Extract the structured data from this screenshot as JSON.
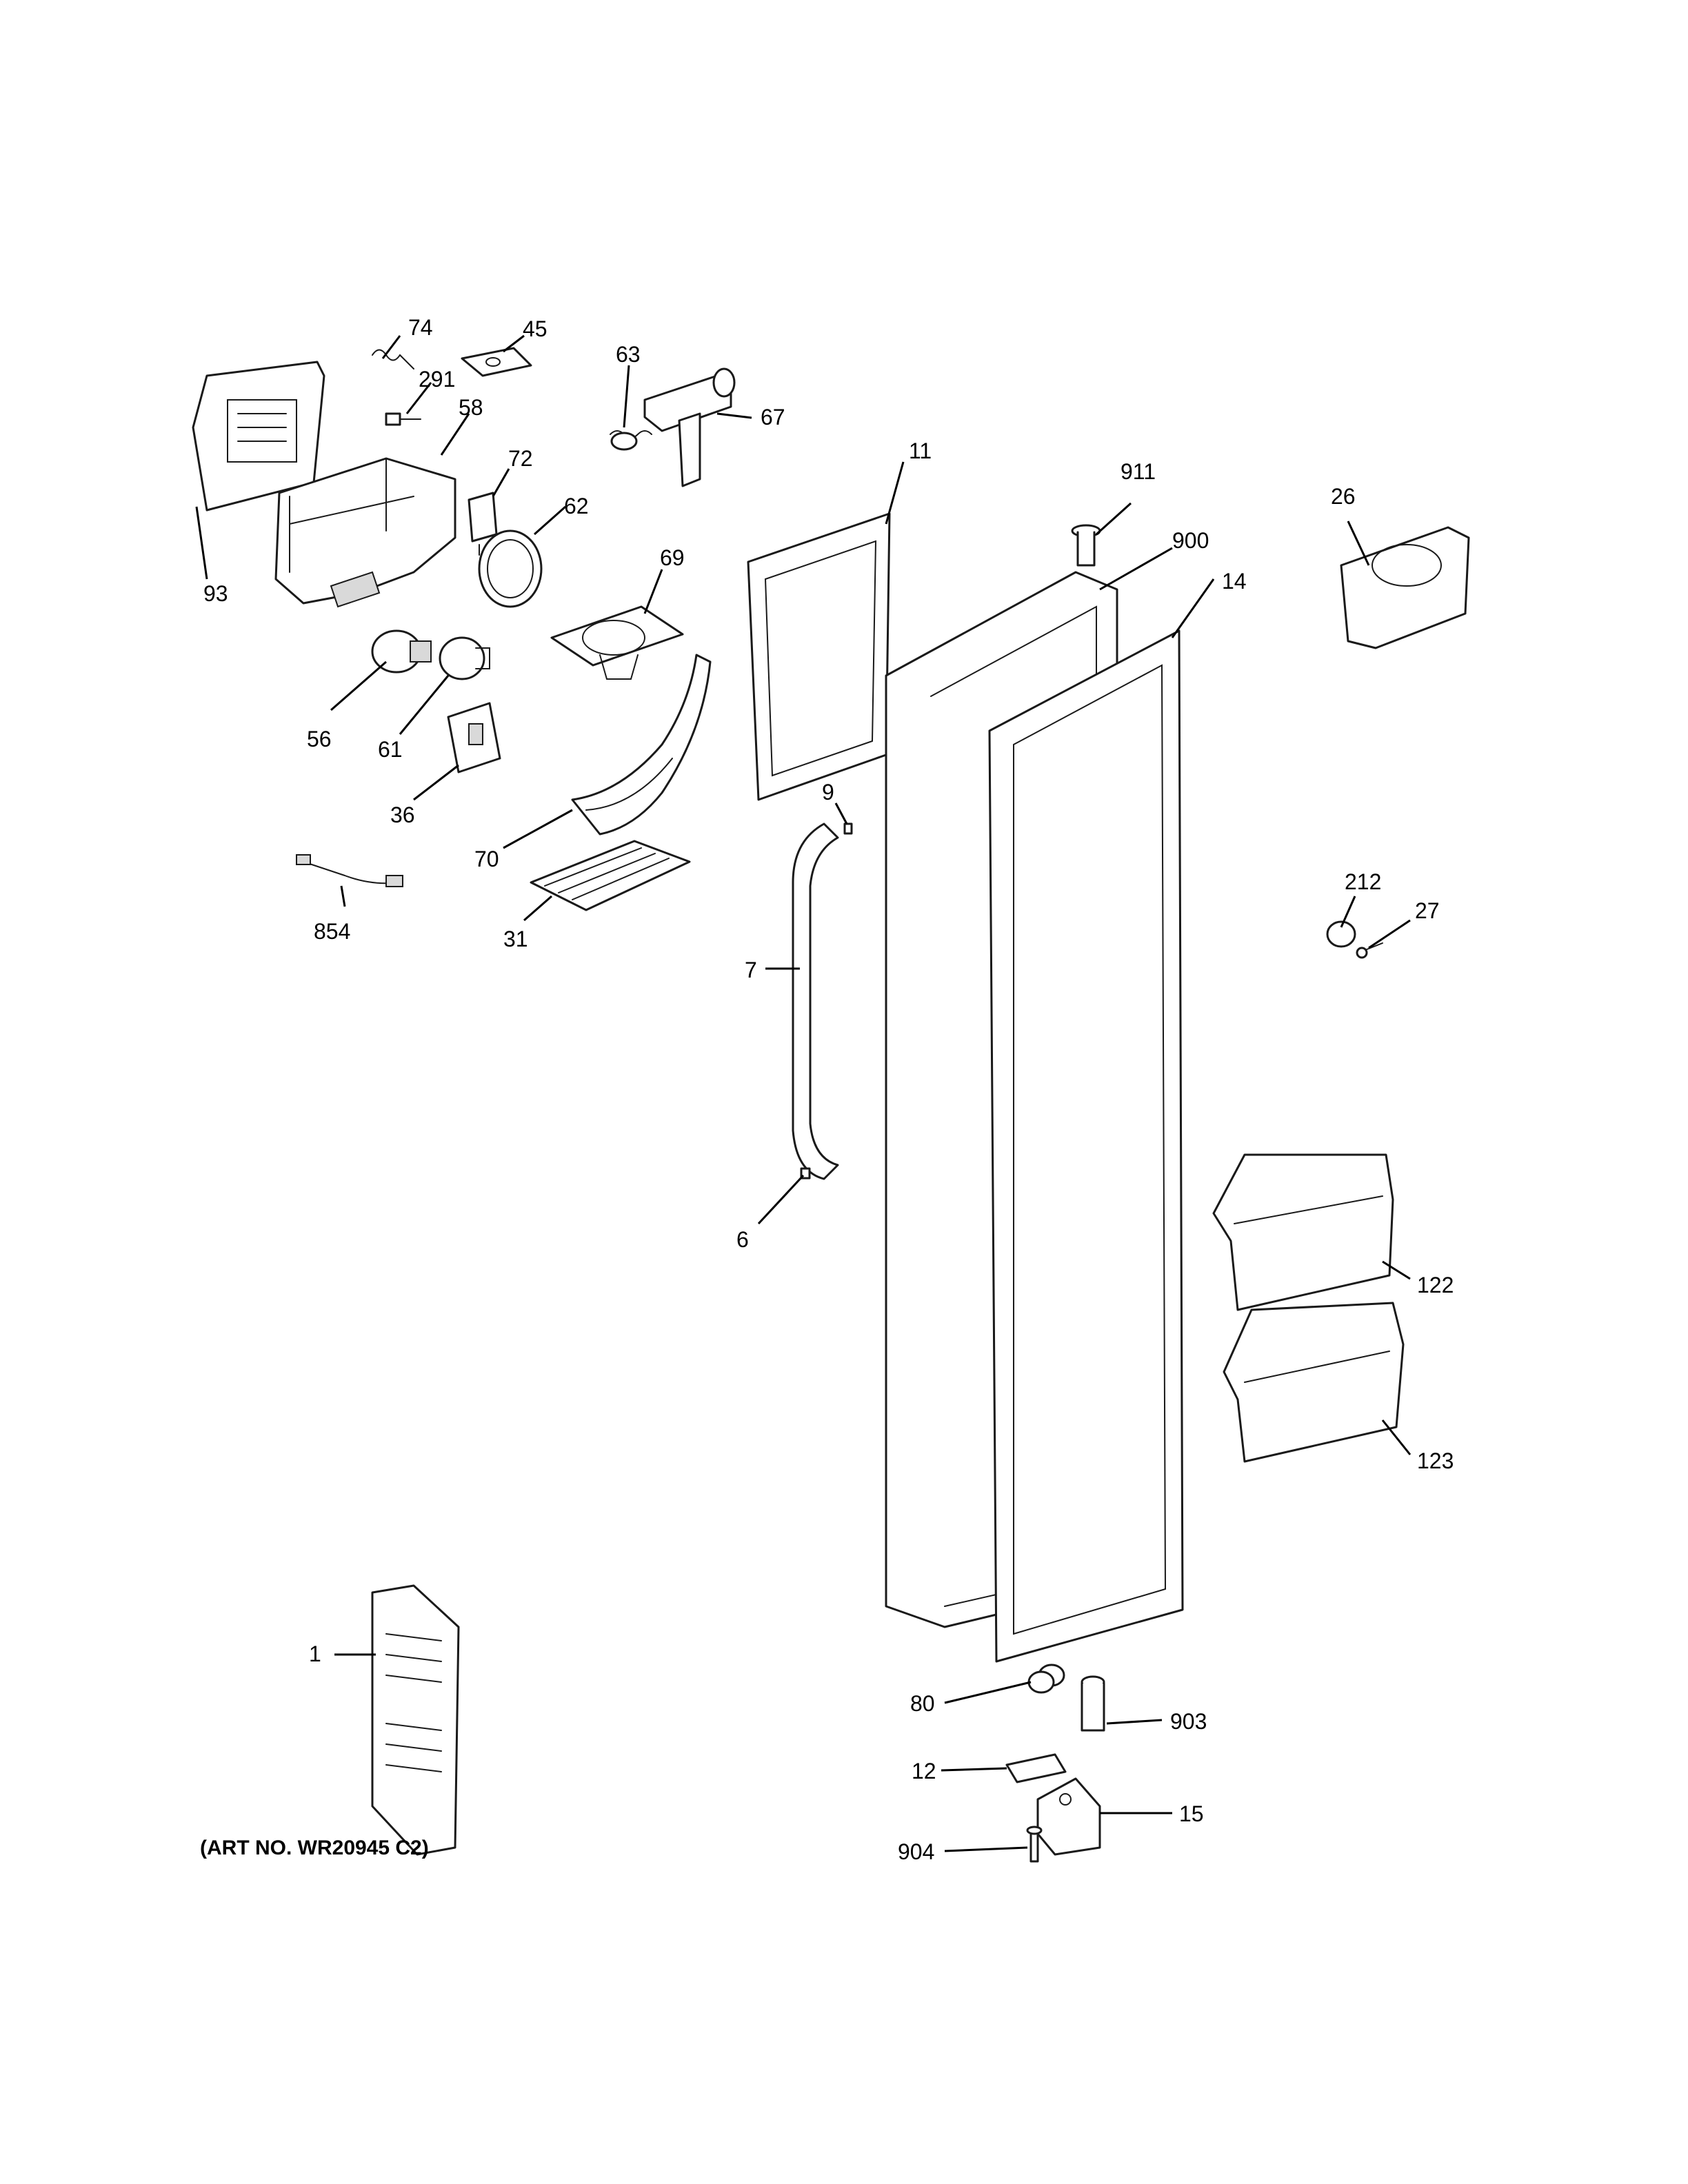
{
  "art_number": "(ART NO. WR20945 C2)",
  "callouts": [
    {
      "id": "74",
      "text": "74"
    },
    {
      "id": "45",
      "text": "45"
    },
    {
      "id": "291",
      "text": "291"
    },
    {
      "id": "58",
      "text": "58"
    },
    {
      "id": "63",
      "text": "63"
    },
    {
      "id": "67",
      "text": "67"
    },
    {
      "id": "72",
      "text": "72"
    },
    {
      "id": "62",
      "text": "62"
    },
    {
      "id": "93",
      "text": "93"
    },
    {
      "id": "69",
      "text": "69"
    },
    {
      "id": "56",
      "text": "56"
    },
    {
      "id": "61",
      "text": "61"
    },
    {
      "id": "36",
      "text": "36"
    },
    {
      "id": "70",
      "text": "70"
    },
    {
      "id": "854",
      "text": "854"
    },
    {
      "id": "31",
      "text": "31"
    },
    {
      "id": "11",
      "text": "11"
    },
    {
      "id": "911",
      "text": "911"
    },
    {
      "id": "900",
      "text": "900"
    },
    {
      "id": "14",
      "text": "14"
    },
    {
      "id": "26",
      "text": "26"
    },
    {
      "id": "9",
      "text": "9"
    },
    {
      "id": "7",
      "text": "7"
    },
    {
      "id": "6",
      "text": "6"
    },
    {
      "id": "212",
      "text": "212"
    },
    {
      "id": "27",
      "text": "27"
    },
    {
      "id": "122",
      "text": "122"
    },
    {
      "id": "123",
      "text": "123"
    },
    {
      "id": "1",
      "text": "1"
    },
    {
      "id": "80",
      "text": "80"
    },
    {
      "id": "903",
      "text": "903"
    },
    {
      "id": "12",
      "text": "12"
    },
    {
      "id": "15",
      "text": "15"
    },
    {
      "id": "904",
      "text": "904"
    }
  ]
}
